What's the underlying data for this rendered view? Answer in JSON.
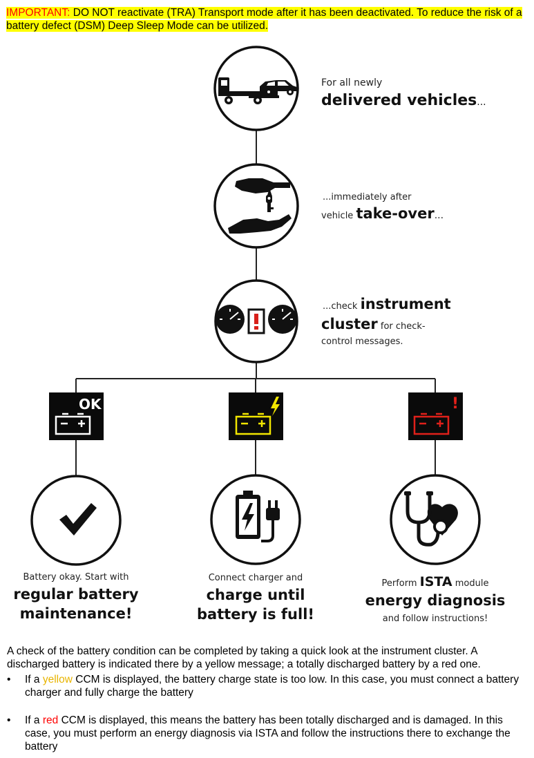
{
  "notice": {
    "label": "IMPORTANT:",
    "text": " DO NOT reactivate (TRA) Transport mode after it has been deactivated. To reduce the risk of a battery defect (DSM) Deep Sleep Mode can be utilized."
  },
  "flow": {
    "step1": {
      "line1": "For all newly",
      "line2": "delivered vehicles",
      "line2_suffix": "...",
      "icon": "tow-truck-icon"
    },
    "step2": {
      "line1": "...immediately after",
      "line2_prefix": "vehicle ",
      "line2_bold": "take-over",
      "line2_suffix": "...",
      "icon": "key-handover-icon"
    },
    "step3": {
      "line1_prefix": "...check ",
      "line1_bold": "instrument",
      "line2_bold": "cluster",
      "line2_suffix": " for check-",
      "line3": "control messages.",
      "icon": "instrument-cluster-icon"
    },
    "status": [
      {
        "mark": "OK",
        "color": "#ffffff",
        "icon": "battery-ok-icon"
      },
      {
        "mark": "lightning",
        "color": "#f2e600",
        "icon": "battery-low-icon"
      },
      {
        "mark": "!",
        "color": "#e0201a",
        "icon": "battery-discharged-icon"
      }
    ],
    "outcomes": [
      {
        "icon": "checkmark-icon",
        "line1": "Battery okay. Start with",
        "line2": "regular battery",
        "line3": "maintenance!"
      },
      {
        "icon": "charger-icon",
        "line1": "Connect charger and",
        "line2": "charge until",
        "line3": "battery is full!"
      },
      {
        "icon": "stethoscope-heart-icon",
        "line1_prefix": "Perform ",
        "line1_bold": "ISTA",
        "line1_suffix": " module",
        "line2": "energy diagnosis",
        "line3": "and follow instructions!"
      }
    ]
  },
  "body": {
    "intro": "A check of the battery condition can be completed by taking a quick look at the instrument cluster. A discharged battery is indicated there by a yellow message; a totally discharged battery by a red one.",
    "bullets": [
      {
        "marker": "•",
        "prefix": " If a ",
        "color_word": "yellow",
        "rest": " CCM is displayed, the battery charge state is too low. In this case, you must connect a battery charger and fully charge the battery"
      },
      {
        "marker": "•",
        "prefix": "If a ",
        "color_word": "red",
        "rest": " CCM is displayed, this means the battery has been totally discharged and is damaged. In this case, you must perform an energy diagnosis via ISTA and follow the instructions there to exchange the battery"
      }
    ]
  }
}
